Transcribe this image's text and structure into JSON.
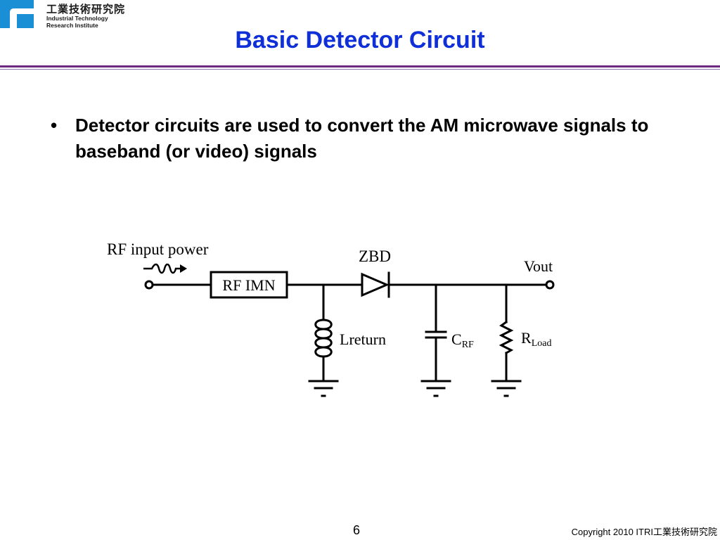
{
  "logo": {
    "name_cn": "工業技術研究院",
    "name_en_line1": "Industrial Technology",
    "name_en_line2": "Research Institute",
    "color": "#1a8fd6"
  },
  "slide": {
    "title": "Basic Detector Circuit",
    "bullet_symbol": "•",
    "bullet_text": "Detector circuits are used to convert the AM microwave signals to baseband (or video) signals"
  },
  "circuit": {
    "input_label": "RF input power",
    "imn_label": "RF IMN",
    "diode_label": "ZBD",
    "output_label": "Vout",
    "inductor_label": "Lreturn",
    "capacitor_label": "C",
    "capacitor_sub": "RF",
    "resistor_label": "R",
    "resistor_sub": "Load"
  },
  "footer": {
    "page_number": "6",
    "copyright": "Copyright 2010 ITRI",
    "copyright_cn": "工業技術研究院"
  }
}
